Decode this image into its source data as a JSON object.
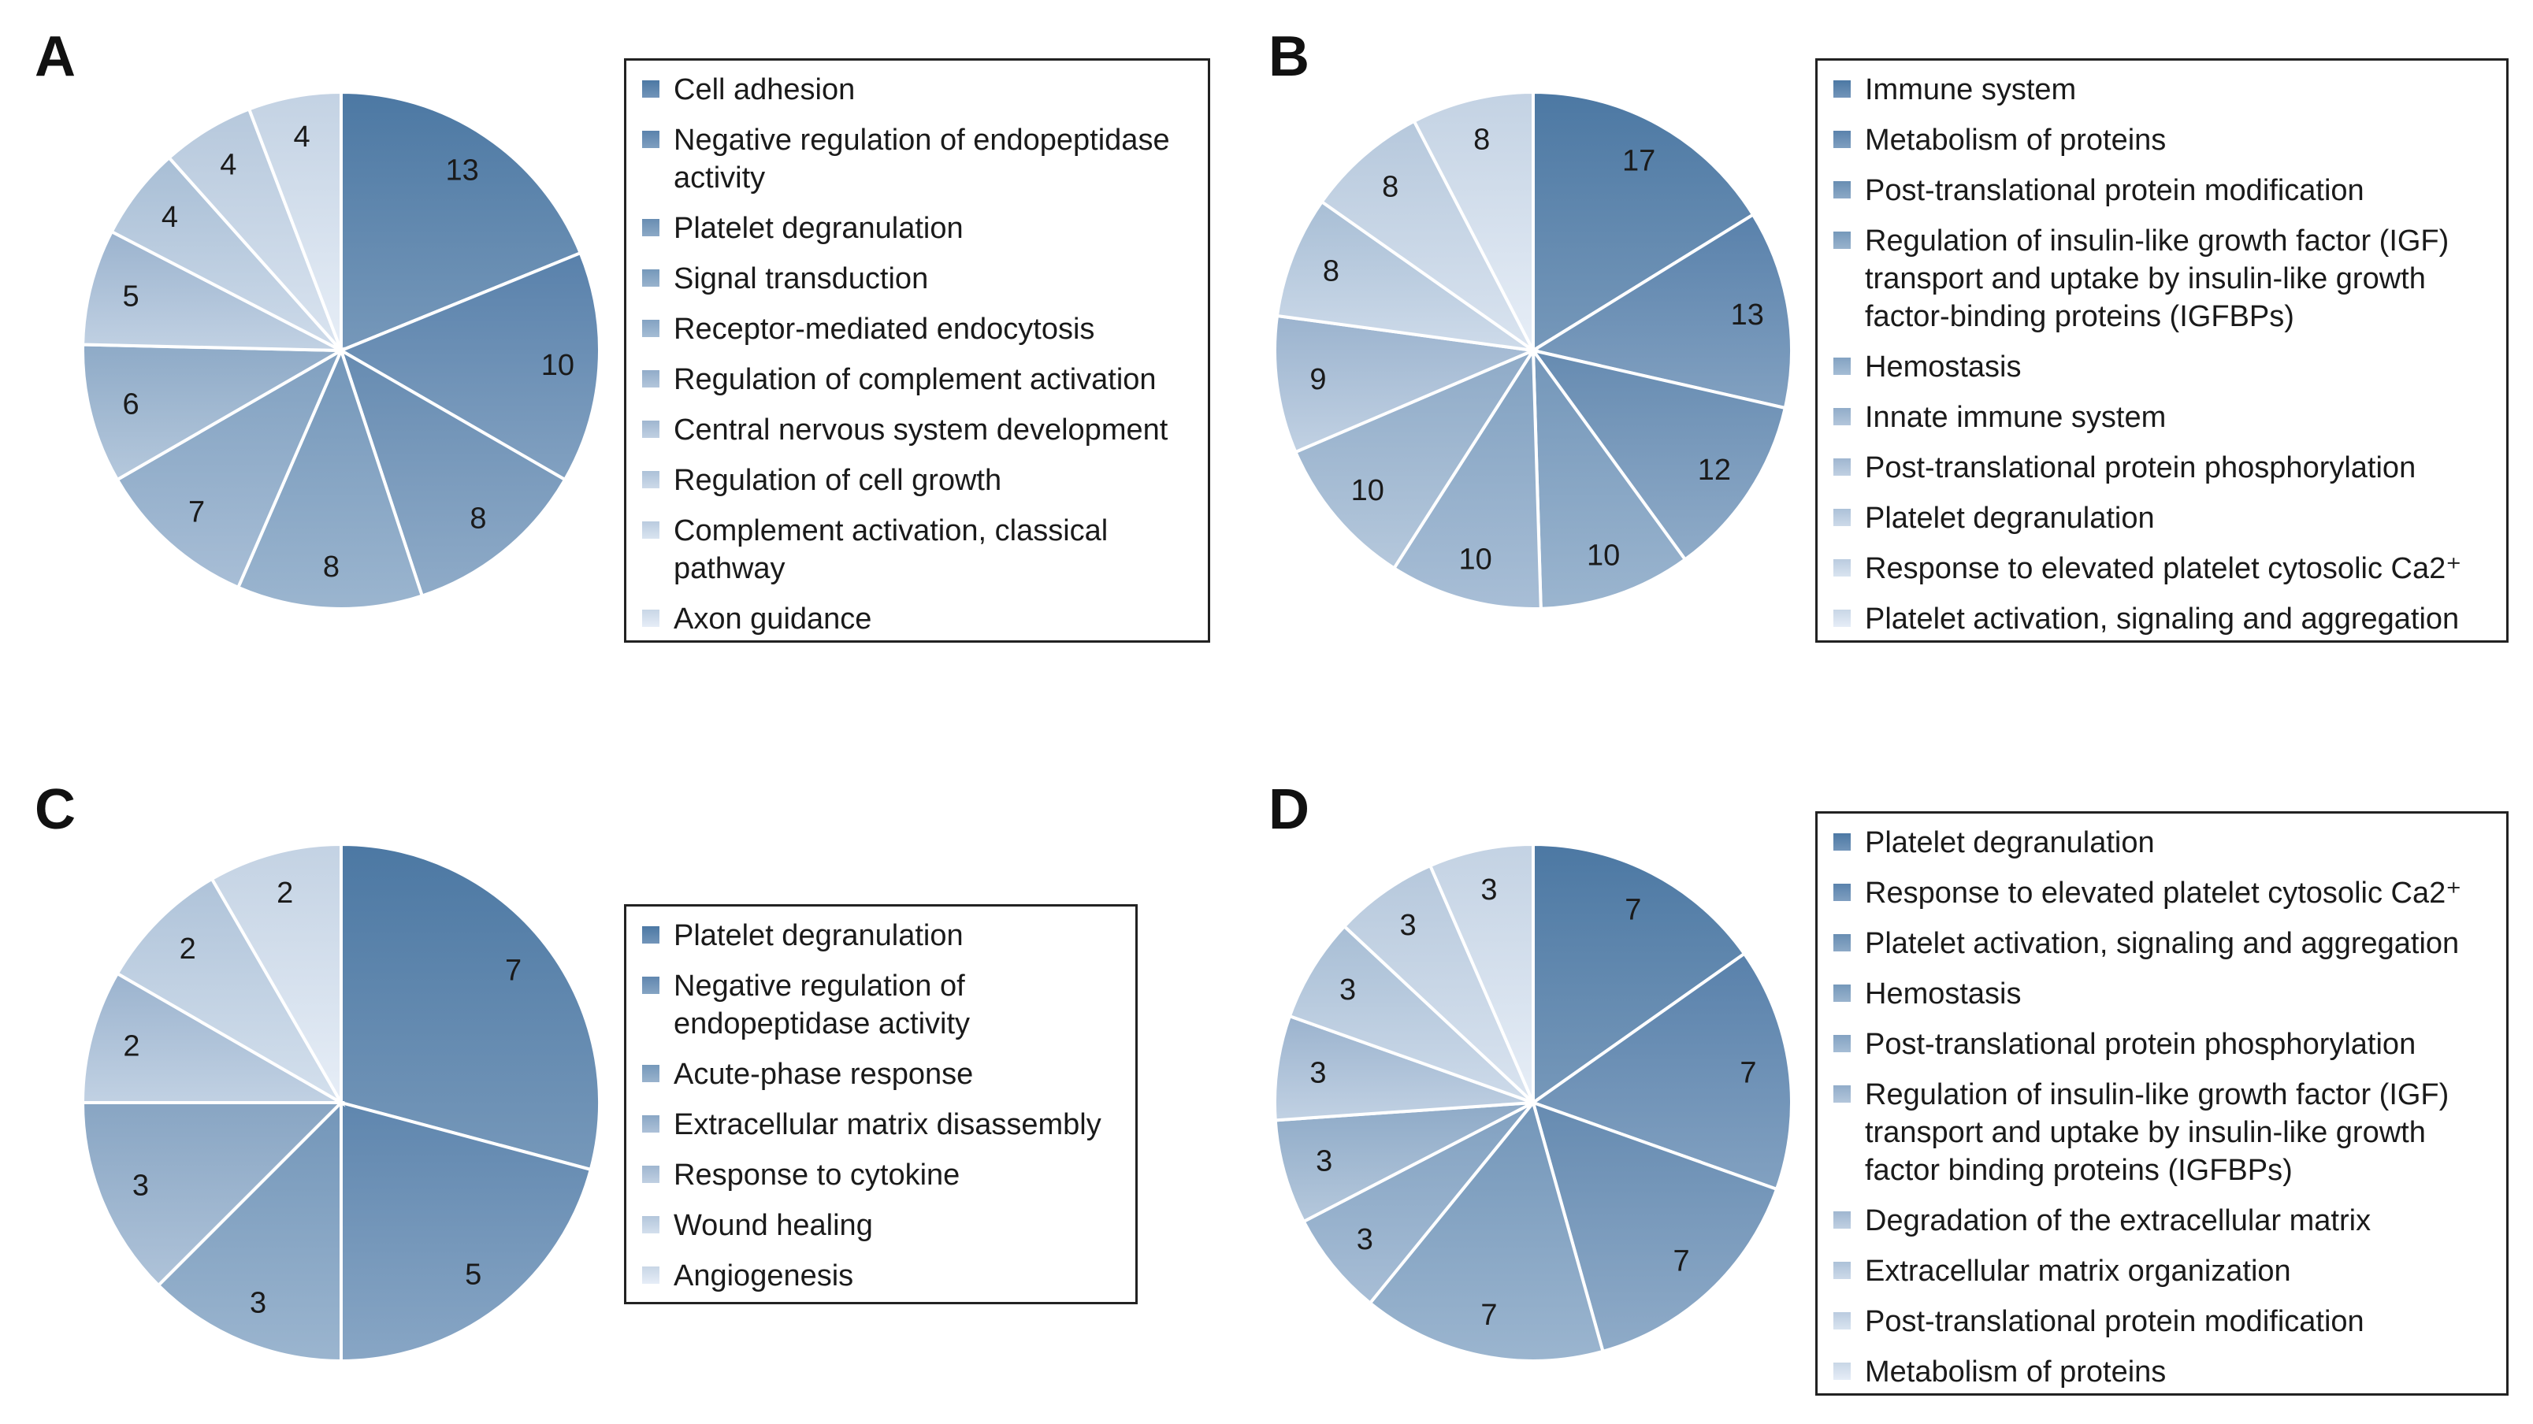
{
  "chart_data": [
    {
      "type": "pie",
      "panel": "A",
      "categories": [
        "Cell adhesion",
        "Negative regulation of endopeptidase activity",
        "Platelet degranulation",
        "Signal transduction",
        "Receptor-mediated endocytosis",
        "Regulation of complement activation",
        "Central nervous system development",
        "Regulation of cell growth",
        "Complement activation, classical pathway",
        "Axon guidance"
      ],
      "values": [
        13,
        10,
        8,
        8,
        7,
        6,
        5,
        4,
        4,
        4
      ],
      "value_labels": [
        "13",
        "10",
        "8",
        "8",
        "7",
        "6",
        "5",
        "4",
        "4",
        "4"
      ],
      "legend_labels": [
        "Cell adhesion",
        "Negative regulation of endopeptidase\nactivity",
        "Platelet degranulation",
        "Signal transduction",
        "Receptor-mediated endocytosis",
        "Regulation of complement activation",
        "Central nervous system development",
        "Regulation of cell growth",
        "Complement activation, classical\npathway",
        "Axon guidance"
      ],
      "legend_position": "right",
      "start_angle": "12 o'clock",
      "direction": "clockwise"
    },
    {
      "type": "pie",
      "panel": "B",
      "categories": [
        "Immune system",
        "Metabolism of proteins",
        "Post-translational protein modification",
        "Regulation of insulin-like growth factor (IGF) transport and uptake by insulin-like growth factor-binding proteins (IGFBPs)",
        "Hemostasis",
        "Innate immune system",
        "Post-translational protein phosphorylation",
        "Platelet degranulation",
        "Response to elevated platelet cytosolic Ca2+",
        "Platelet activation, signaling and aggregation"
      ],
      "values": [
        17,
        13,
        12,
        10,
        10,
        10,
        9,
        8,
        8,
        8
      ],
      "value_labels": [
        "17",
        "13",
        "12",
        "10",
        "10",
        "10",
        "9",
        "8",
        "8",
        "8"
      ],
      "legend_labels": [
        "Immune system",
        "Metabolism of proteins",
        "Post-translational protein modification",
        "Regulation of insulin-like growth factor (IGF)\ntransport and uptake by insulin-like growth\nfactor-binding proteins (IGFBPs)",
        "Hemostasis",
        "Innate immune system",
        "Post-translational protein phosphorylation",
        "Platelet degranulation",
        "Response to elevated platelet cytosolic Ca2+",
        "Platelet activation, signaling and aggregation"
      ],
      "legend_position": "right",
      "start_angle": "12 o'clock",
      "direction": "clockwise"
    },
    {
      "type": "pie",
      "panel": "C",
      "categories": [
        "Platelet degranulation",
        "Negative regulation of endopeptidase activity",
        "Acute-phase response",
        "Extracellular matrix disassembly",
        "Response to cytokine",
        "Wound healing",
        "Angiogenesis"
      ],
      "values": [
        7,
        5,
        3,
        3,
        2,
        2,
        2
      ],
      "value_labels": [
        "7",
        "5",
        "3",
        "3",
        "2",
        "2",
        "2"
      ],
      "legend_labels": [
        "Platelet degranulation",
        "Negative regulation of\nendopeptidase activity",
        "Acute-phase response",
        "Extracellular matrix disassembly",
        "Response to cytokine",
        "Wound healing",
        "Angiogenesis"
      ],
      "legend_position": "right",
      "start_angle": "12 o'clock",
      "direction": "clockwise"
    },
    {
      "type": "pie",
      "panel": "D",
      "categories": [
        "Platelet degranulation",
        "Response to elevated platelet cytosolic Ca2+",
        "Platelet activation, signaling and aggregation",
        "Hemostasis",
        "Post-translational protein phosphorylation",
        "Regulation of insulin-like growth factor (IGF) transport and uptake by insulin-like growth factor binding proteins (IGFBPs)",
        "Degradation of the extracellular matrix",
        "Extracellular matrix organization",
        "Post-translational protein modification",
        "Metabolism of proteins"
      ],
      "values": [
        7,
        7,
        7,
        7,
        3,
        3,
        3,
        3,
        3,
        3
      ],
      "value_labels": [
        "7",
        "7",
        "7",
        "7",
        "3",
        "3",
        "3",
        "3",
        "3",
        "3"
      ],
      "legend_labels": [
        "Platelet degranulation",
        "Response to elevated platelet cytosolic Ca2+",
        "Platelet activation, signaling and aggregation",
        "Hemostasis",
        "Post-translational protein phosphorylation",
        "Regulation of insulin-like growth factor (IGF)\ntransport and uptake by insulin-like growth\nfactor binding proteins (IGFBPs)",
        "Degradation of the extracellular matrix",
        "Extracellular matrix organization",
        "Post-translational protein modification",
        "Metabolism of proteins"
      ],
      "legend_position": "right",
      "start_angle": "12 o'clock",
      "direction": "clockwise"
    }
  ],
  "colors": {
    "slice_gradient_dark": "#4f7ba7",
    "slice_gradient_light": "#e0e9f5",
    "slice_border": "#ffffff",
    "text": "#1a1a1a",
    "legend_border": "#222222"
  }
}
